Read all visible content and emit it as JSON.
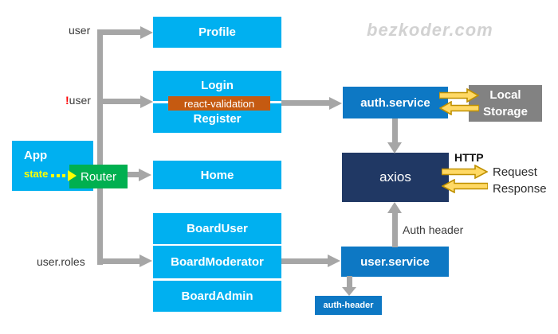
{
  "watermark": "bezkoder.com",
  "nodes": {
    "app": "App",
    "app_state": "state",
    "router": "Router",
    "profile": "Profile",
    "login": "Login",
    "react_validation": "react-validation",
    "register": "Register",
    "home": "Home",
    "board_user": "BoardUser",
    "board_moderator": "BoardModerator",
    "board_admin": "BoardAdmin",
    "auth_service": "auth.service",
    "local_storage": "Local Storage",
    "axios": "axios",
    "user_service": "user.service",
    "auth_header": "auth-header"
  },
  "edge_labels": {
    "user": "user",
    "not_user_mark": "!",
    "not_user": "user",
    "user_roles": "user.roles",
    "auth_header": "Auth header",
    "http": "HTTP",
    "request": "Request",
    "response": "Response"
  },
  "colors": {
    "cyan": "#00b0f0",
    "service_blue": "#0d78c4",
    "axios_navy": "#203864",
    "router_green": "#00b050",
    "storage_gray": "#828282",
    "validation_orange": "#c55a11",
    "connector_gray": "#a6a6a6",
    "state_yellow": "#ffff00",
    "gold_arrow_fill": "#ffd965",
    "gold_arrow_stroke": "#bf9000",
    "watermark_gray": "#d2d2d2",
    "not_user_red": "#ff0000"
  }
}
